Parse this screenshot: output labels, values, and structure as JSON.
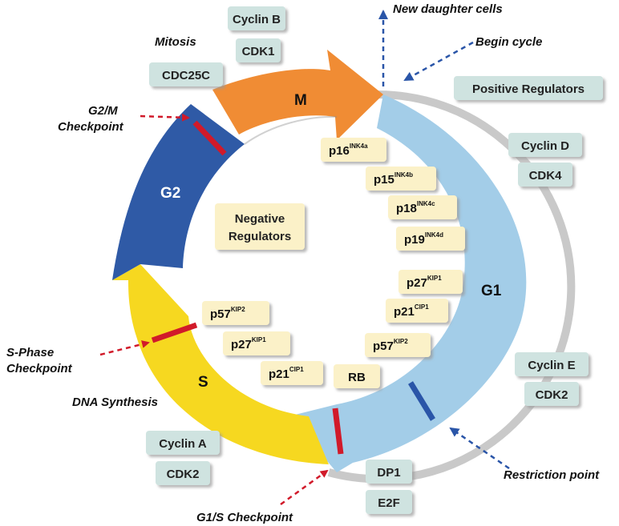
{
  "phases": {
    "m": "M",
    "g2": "G2",
    "s": "S",
    "g1": "G1"
  },
  "labels": {
    "mitosis": "Mitosis",
    "new_daughter_cells": "New daughter cells",
    "begin_cycle": "Begin cycle",
    "g2m_checkpoint_1": "G2/M",
    "g2m_checkpoint_2": "Checkpoint",
    "sphase_checkpoint_1": "S-Phase",
    "sphase_checkpoint_2": "Checkpoint",
    "dna_synthesis": "DNA Synthesis",
    "g1s_checkpoint": "G1/S Checkpoint",
    "restriction_point": "Restriction point"
  },
  "boxes": {
    "cyclin_b": "Cyclin B",
    "cdk1": "CDK1",
    "cdc25c": "CDC25C",
    "positive_regulators": "Positive Regulators",
    "cyclin_d": "Cyclin D",
    "cdk4": "CDK4",
    "cyclin_e": "Cyclin E",
    "cdk2_right": "CDK2",
    "cyclin_a": "Cyclin A",
    "cdk2_left": "CDK2",
    "dp1": "DP1",
    "e2f": "E2F",
    "negative_regulators_1": "Negative",
    "negative_regulators_2": "Regulators"
  },
  "inhibitors": {
    "p16": {
      "base": "p16",
      "sup": "INK4a"
    },
    "p15": {
      "base": "p15",
      "sup": "INK4b"
    },
    "p18": {
      "base": "p18",
      "sup": "INK4c"
    },
    "p19": {
      "base": "p19",
      "sup": "INK4d"
    },
    "p27_g1": {
      "base": "p27",
      "sup": "KIP1"
    },
    "p21_g1": {
      "base": "p21",
      "sup": "CIP1"
    },
    "p57_g1": {
      "base": "p57",
      "sup": "KIP2"
    },
    "rb": {
      "base": "RB",
      "sup": ""
    },
    "p57_s": {
      "base": "p57",
      "sup": "KIP2"
    },
    "p27_s": {
      "base": "p27",
      "sup": "KIP1"
    },
    "p21_s": {
      "base": "p21",
      "sup": "CIP1"
    }
  },
  "colors": {
    "m_phase": "#f08c34",
    "g2_phase": "#2f5aa6",
    "s_phase": "#f6d820",
    "g1_phase": "#a3cde8",
    "checkpoint_bar": "#d11a2a",
    "restriction_bar": "#2a55a8",
    "arrow_red": "#d11a2a",
    "arrow_blue": "#2a55a8",
    "positive_box": "#cfe3e0",
    "negative_box": "#fbf1c8"
  }
}
